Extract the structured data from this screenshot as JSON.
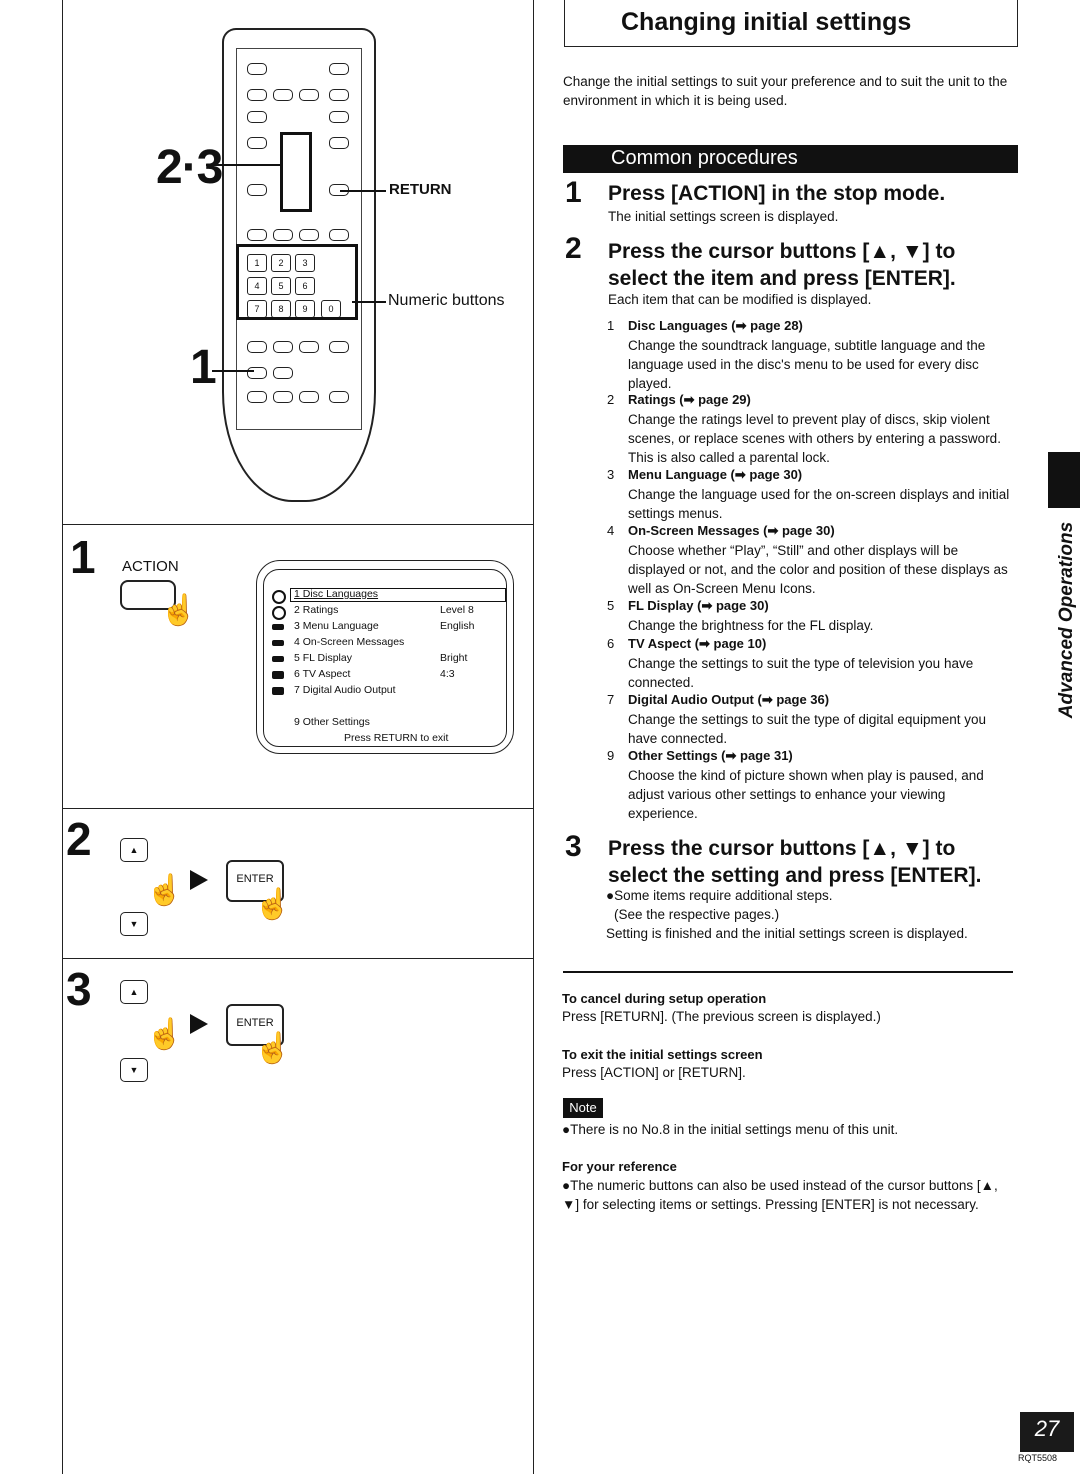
{
  "left": {
    "diagram": {
      "callout_23": "2·3",
      "callout_1": "1",
      "return_label": "RETURN",
      "numeric_label": "Numeric buttons"
    },
    "step1": {
      "number": "1",
      "action_label": "ACTION"
    },
    "tv_menu": {
      "items": [
        {
          "label": "1 Disc Languages",
          "value": ""
        },
        {
          "label": "2 Ratings",
          "value": "Level 8"
        },
        {
          "label": "3 Menu Language",
          "value": "English"
        },
        {
          "label": "4 On-Screen Messages",
          "value": ""
        },
        {
          "label": "5 FL Display",
          "value": "Bright"
        },
        {
          "label": "6 TV Aspect",
          "value": "4:3"
        },
        {
          "label": "7 Digital Audio Output",
          "value": ""
        }
      ],
      "other": "9 Other Settings",
      "exit_hint": "Press RETURN to exit"
    },
    "step2": {
      "number": "2",
      "enter_label": "ENTER"
    },
    "step3": {
      "number": "3",
      "enter_label": "ENTER"
    }
  },
  "right": {
    "title": "Changing initial settings",
    "intro": "Change the initial settings to suit your preference and to suit the unit to the environment in which it is being used.",
    "section": "Common procedures",
    "step1": {
      "number": "1",
      "heading": "Press [ACTION] in the stop mode.",
      "body": "The initial settings screen is displayed."
    },
    "step2": {
      "number": "2",
      "heading": "Press the cursor buttons [▲, ▼] to select the item and press [ENTER].",
      "body": "Each item that can be modified is displayed.",
      "items": [
        {
          "num": "1",
          "head": "Disc Languages (➡ page 28)",
          "desc": "Change the soundtrack language, subtitle language and the language used in the disc's menu to be used for every disc played."
        },
        {
          "num": "2",
          "head": "Ratings (➡ page 29)",
          "desc": "Change the ratings level to prevent play of discs, skip violent scenes, or replace scenes with others by entering a password. This is also called a parental lock."
        },
        {
          "num": "3",
          "head": "Menu Language (➡ page 30)",
          "desc": "Change the language used for the on-screen displays and initial settings menus."
        },
        {
          "num": "4",
          "head": "On-Screen Messages (➡ page 30)",
          "desc": "Choose whether “Play”, “Still” and other displays will be displayed or not, and the color and position of these displays as well as On-Screen Menu Icons."
        },
        {
          "num": "5",
          "head": "FL Display (➡ page 30)",
          "desc": "Change the brightness for the FL display."
        },
        {
          "num": "6",
          "head": "TV Aspect (➡ page 10)",
          "desc": "Change the settings to suit the type of television you have connected."
        },
        {
          "num": "7",
          "head": "Digital Audio Output (➡ page 36)",
          "desc": "Change the settings to suit the type of digital equipment you have connected."
        },
        {
          "num": "9",
          "head": "Other Settings (➡ page 31)",
          "desc": "Choose the kind of picture shown when play is paused, and adjust various other settings to enhance your viewing experience."
        }
      ]
    },
    "step3": {
      "number": "3",
      "heading": "Press the cursor buttons [▲, ▼] to select the setting and press [ENTER].",
      "bullet": "●Some items require additional steps.",
      "bullet_sub": "(See the respective pages.)",
      "body": "Setting is finished and the initial settings screen is displayed."
    },
    "cancel": {
      "head": "To cancel during setup operation",
      "body": "Press [RETURN]. (The previous screen is displayed.)"
    },
    "exit": {
      "head": "To exit the initial settings screen",
      "body": "Press [ACTION] or [RETURN]."
    },
    "note": {
      "badge": "Note",
      "text": "●There is no No.8 in the initial settings menu of this unit."
    },
    "reference": {
      "head": "For your reference",
      "text": "●The numeric buttons can also be used instead of the cursor buttons [▲, ▼] for selecting items or settings. Pressing [ENTER] is not necessary."
    },
    "side_tab": "Advanced Operations",
    "page_number": "27",
    "doc_code": "RQT5508"
  }
}
